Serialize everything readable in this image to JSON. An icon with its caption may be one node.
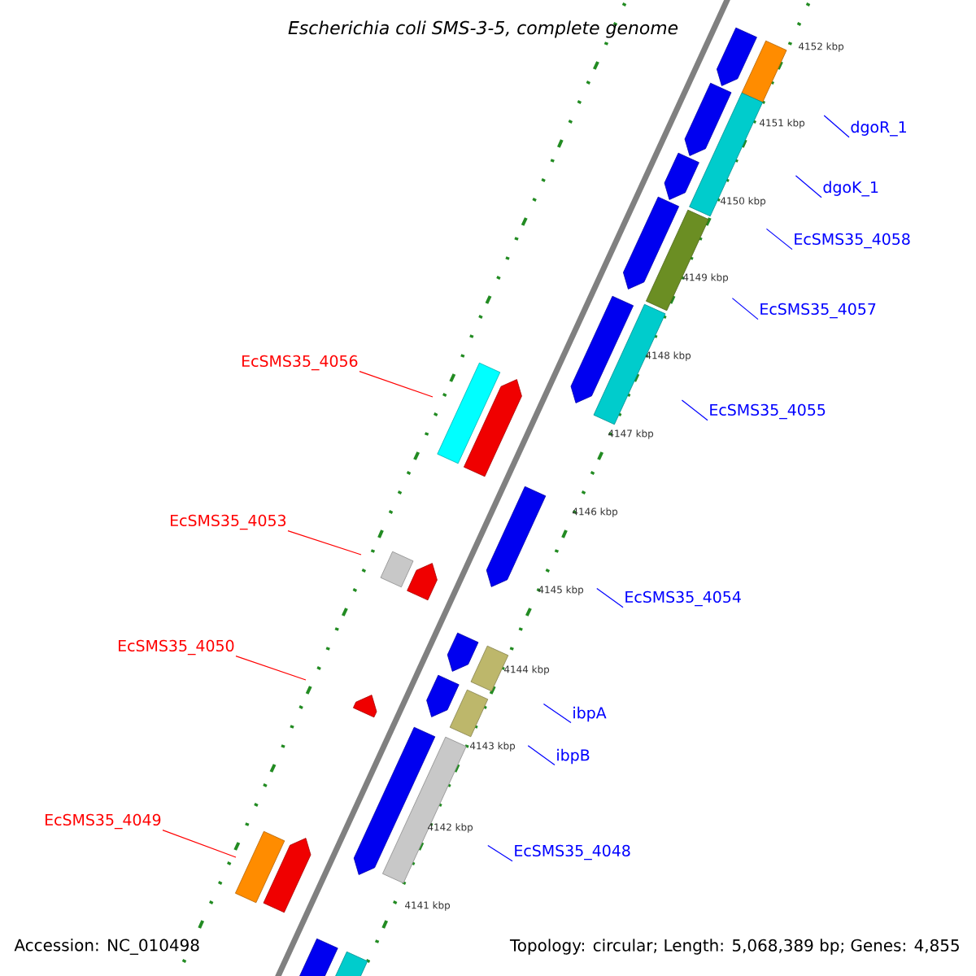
{
  "diagram": {
    "title": "Escherichia coli SMS-3-5, complete genome",
    "nodes": [
      {
        "text": [
          "dgoR_1"
        ]
      },
      {
        "text": [
          "dgoK_1"
        ]
      },
      {
        "text": [
          "EcSMS35_4058"
        ]
      },
      {
        "text": [
          "EcSMS35_4057"
        ]
      },
      {
        "text": [
          "EcSMS35_4056"
        ]
      },
      {
        "text": [
          "EcSMS35_4055"
        ]
      },
      {
        "text": [
          "EcSMS35_4053"
        ]
      },
      {
        "text": [
          "EcSMS35_4054"
        ]
      },
      {
        "text": [
          "EcSMS35_4050"
        ]
      },
      {
        "text": [
          "ibpA"
        ]
      },
      {
        "text": [
          "ibpB"
        ]
      },
      {
        "text": [
          "EcSMS35_4049"
        ]
      },
      {
        "text": [
          "EcSMS35_4048"
        ]
      }
    ],
    "edges": [
      {
        "from": 0,
        "to": null,
        "arrow": "none"
      },
      {
        "from": 1,
        "to": null,
        "arrow": "none"
      },
      {
        "from": 2,
        "to": null,
        "arrow": "none"
      },
      {
        "from": 3,
        "to": null,
        "arrow": "none"
      },
      {
        "from": 4,
        "to": null,
        "arrow": "none",
        "color": "#ff0000"
      },
      {
        "from": 5,
        "to": null,
        "arrow": "none"
      },
      {
        "from": 6,
        "to": null,
        "arrow": "none",
        "color": "#ff0000"
      },
      {
        "from": 7,
        "to": null,
        "arrow": "none"
      },
      {
        "from": 8,
        "to": null,
        "arrow": "none",
        "color": "#ff0000"
      },
      {
        "from": 9,
        "to": null,
        "arrow": "none"
      },
      {
        "from": 10,
        "to": null,
        "arrow": "none"
      },
      {
        "from": 11,
        "to": null,
        "arrow": "none",
        "color": "#ff0000"
      },
      {
        "from": 12,
        "to": null,
        "arrow": "none"
      }
    ],
    "labels": [
      "4152 kbp",
      "4151 kbp",
      "4150 kbp",
      "4149 kbp",
      "4148 kbp",
      "4147 kbp",
      "4146 kbp",
      "4145 kbp",
      "4144 kbp",
      "4143 kbp",
      "4142 kbp",
      "4141 kbp",
      "Accession: NC_010498",
      "Topology: circular; Length: 5,068,389 bp; Genes: 4,855"
    ]
  }
}
